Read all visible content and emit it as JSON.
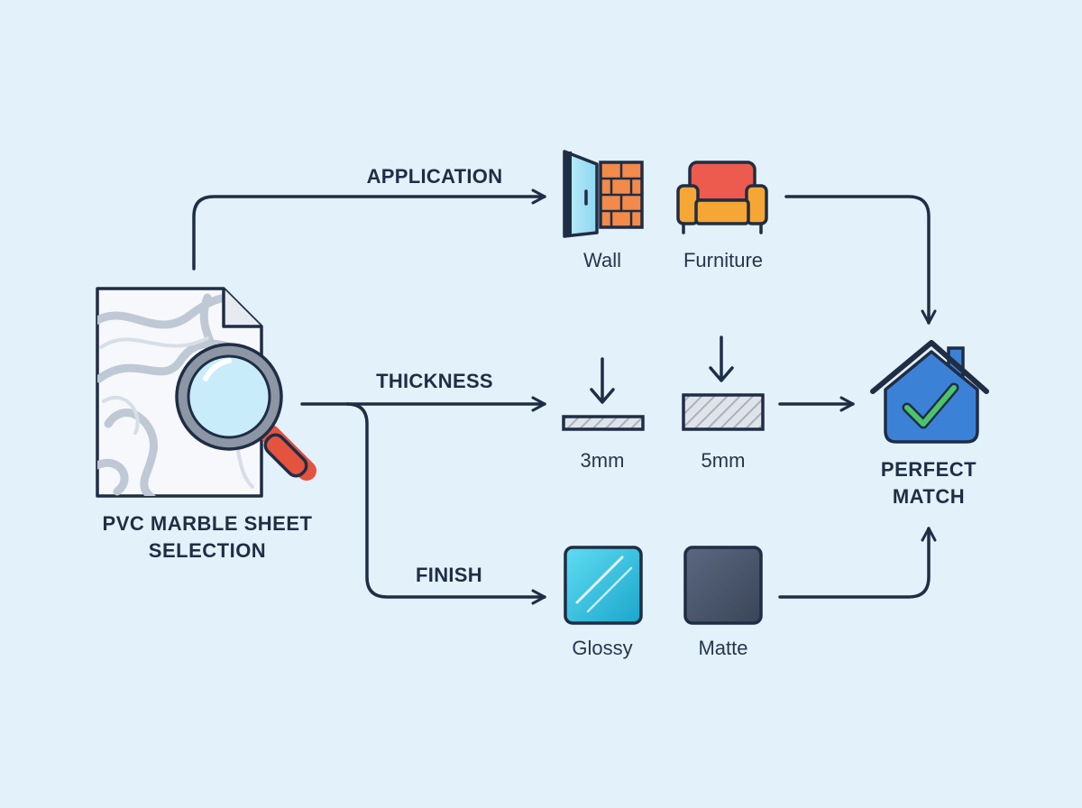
{
  "source": {
    "title_line1": "PVC MARBLE SHEET",
    "title_line2": "SELECTION"
  },
  "branches": {
    "application": {
      "label": "APPLICATION",
      "items": [
        "Wall",
        "Furniture"
      ]
    },
    "thickness": {
      "label": "THICKNESS",
      "items": [
        "3mm",
        "5mm"
      ]
    },
    "finish": {
      "label": "FINISH",
      "items": [
        "Glossy",
        "Matte"
      ]
    }
  },
  "result": {
    "line1": "PERFECT",
    "line2": "MATCH"
  },
  "colors": {
    "background": "#e3f1fb",
    "stroke": "#1f2d45",
    "house": "#3b82d6",
    "check": "#4cc46a",
    "glossy": "#27c1e0",
    "matte": "#4a5770",
    "sofa": "#ec5b4d",
    "brick": "#f28a4a",
    "magnifier_handle": "#e4533e"
  },
  "icons": [
    "marble-document-icon",
    "magnifier-icon",
    "door-icon",
    "brick-wall-icon",
    "sofa-icon",
    "thin-sheet-icon",
    "thick-sheet-icon",
    "glossy-swatch-icon",
    "matte-swatch-icon",
    "house-check-icon"
  ]
}
